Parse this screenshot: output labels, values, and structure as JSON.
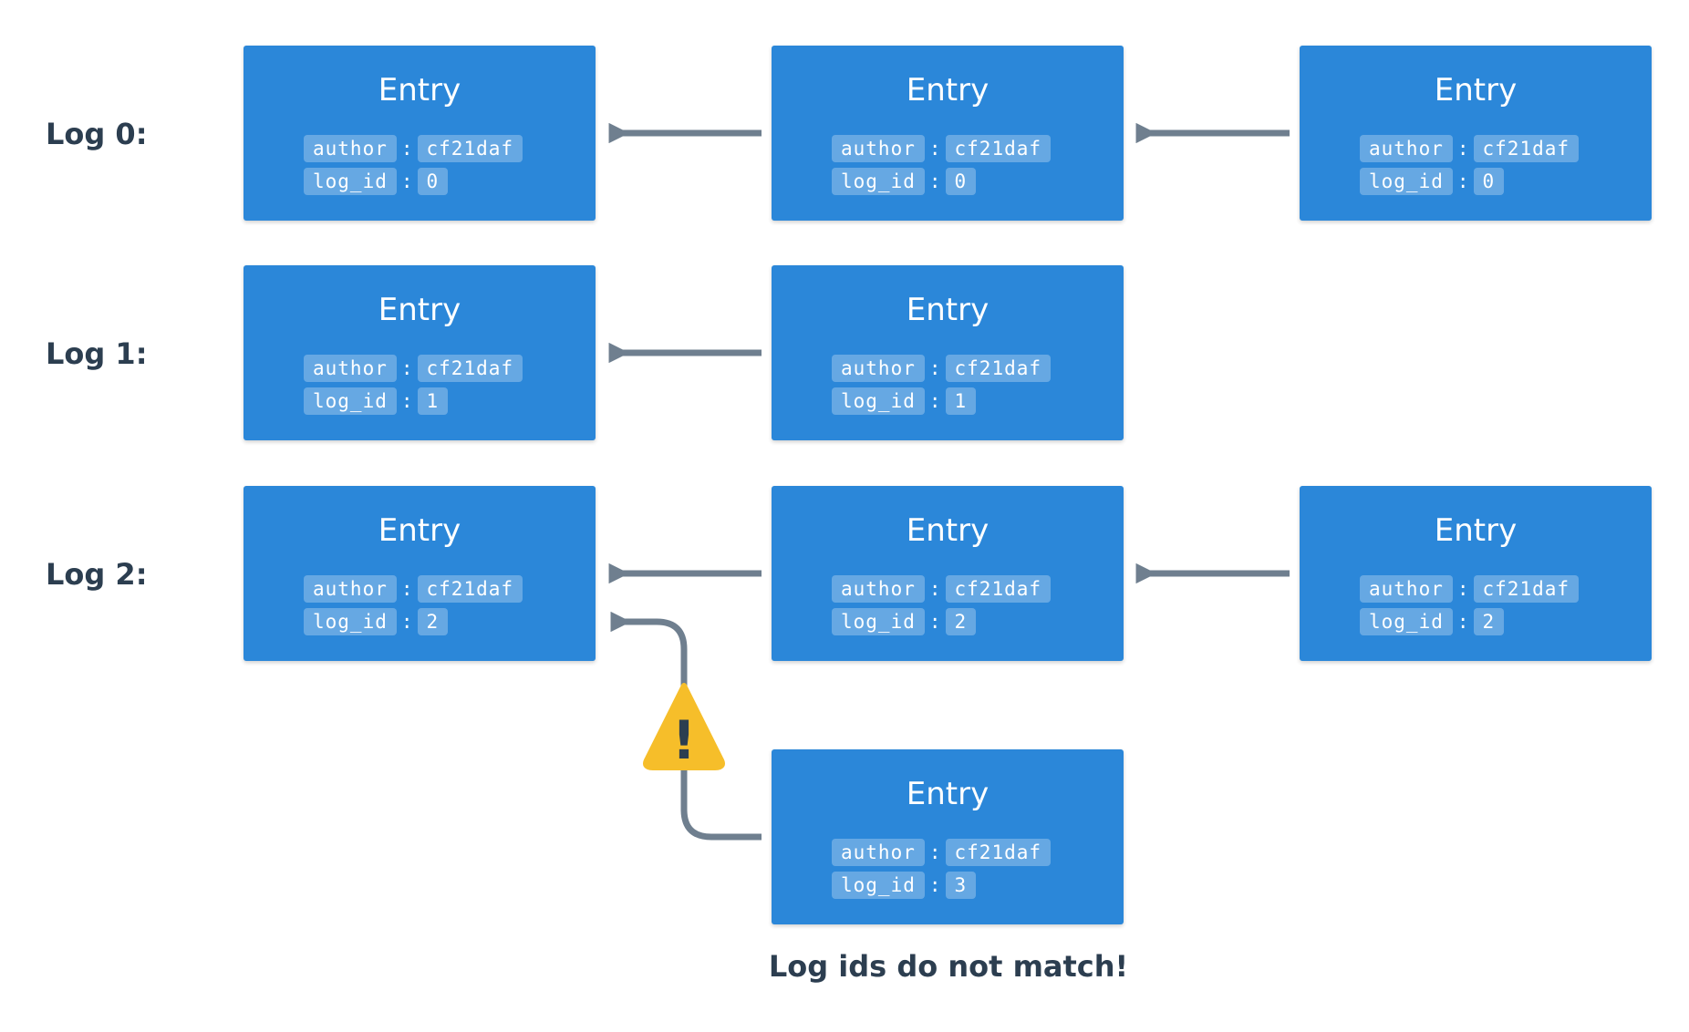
{
  "logs": [
    {
      "label": "Log 0:",
      "entries": [
        {
          "title": "Entry",
          "author_key": "author",
          "author": "cf21daf",
          "log_id_key": "log_id",
          "log_id": "0"
        },
        {
          "title": "Entry",
          "author_key": "author",
          "author": "cf21daf",
          "log_id_key": "log_id",
          "log_id": "0"
        },
        {
          "title": "Entry",
          "author_key": "author",
          "author": "cf21daf",
          "log_id_key": "log_id",
          "log_id": "0"
        }
      ]
    },
    {
      "label": "Log 1:",
      "entries": [
        {
          "title": "Entry",
          "author_key": "author",
          "author": "cf21daf",
          "log_id_key": "log_id",
          "log_id": "1"
        },
        {
          "title": "Entry",
          "author_key": "author",
          "author": "cf21daf",
          "log_id_key": "log_id",
          "log_id": "1"
        }
      ]
    },
    {
      "label": "Log 2:",
      "entries": [
        {
          "title": "Entry",
          "author_key": "author",
          "author": "cf21daf",
          "log_id_key": "log_id",
          "log_id": "2"
        },
        {
          "title": "Entry",
          "author_key": "author",
          "author": "cf21daf",
          "log_id_key": "log_id",
          "log_id": "2"
        },
        {
          "title": "Entry",
          "author_key": "author",
          "author": "cf21daf",
          "log_id_key": "log_id",
          "log_id": "2"
        }
      ]
    }
  ],
  "invalid_entry": {
    "title": "Entry",
    "author_key": "author",
    "author": "cf21daf",
    "log_id_key": "log_id",
    "log_id": "3"
  },
  "separator": ":",
  "warning": {
    "icon": "warning-icon",
    "glyph": "!"
  },
  "caption": "Log ids do not match!",
  "colors": {
    "entry": "#2b87d9",
    "arrow": "#6f7f8f",
    "warning": "#f6be2a",
    "text": "#2c3e50"
  }
}
